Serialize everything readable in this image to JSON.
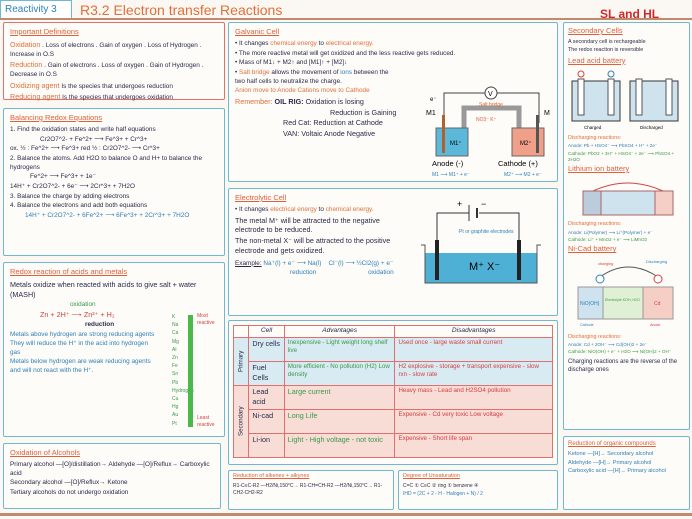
{
  "header": {
    "tab": "Reactivity 3",
    "title": "R3.2 Electron transfer Reactions",
    "level": "SL and HL"
  },
  "definitions": {
    "title": "Important Definitions",
    "items": [
      {
        "term": "Oxidation",
        "text": ". Loss of electrons . Gain of oxygen . Loss of Hydrogen . Increase in O.S"
      },
      {
        "term": "Reduction",
        "text": ". Gain of electrons . Loss of oxygen . Gain of Hydrogen . Decrease in O.S"
      },
      {
        "term": "Oxidizing agent",
        "text": "Is the species that undergoes reduction"
      },
      {
        "term": "Reducing agent",
        "text": "Is the species that undergoes oxidation"
      }
    ]
  },
  "balancing": {
    "title": "Balancing Redox Equations",
    "steps": [
      "1. Find the oxidation states and write half equations",
      "Cr2O7^2- + Fe^2+ ⟶ Fe^3+ + Cr^3+",
      "ox. ½ : Fe^2+ ⟶ Fe^3+     red ½ : Cr2O7^2- ⟶ Cr^3+",
      "2. Balance the atoms. Add H2O to balance O and H+ to balance the hydrogens",
      "Fe^2+ ⟶ Fe^3+ + 1e⁻",
      "14H⁺ + Cr2O7^2- + 6e⁻ ⟶ 2Cr^3+ + 7H2O",
      "3. Balance the charge by adding electrons",
      "4. Balance the electrons and add both equations",
      "14H⁺ + Cr2O7^2- + 6Fe^2+ ⟶ 6Fe^3+ + 2Cr^3+ + 7H2O"
    ]
  },
  "acids": {
    "title": "Redox reaction of acids and metals",
    "intro": "Metals oxidize when reacted with acids to give salt + water (MASH)",
    "equation": "Zn + 2H⁺ ⟶ Zn²⁺ + H₂",
    "oxidation_label": "oxidation",
    "reduction_label": "reduction",
    "bullets": [
      "Metals above hydrogen are strong reducing agents",
      "They will reduce the H⁺ in the acid into hydrogen gas",
      "Metals below hydrogen are weak reducing agents and will not react with the H⁺."
    ],
    "series": [
      "K",
      "Na",
      "Ca",
      "Mg",
      "Al",
      "Zn",
      "Fe",
      "Sn",
      "Pb",
      "Hydrogen",
      "Cu",
      "Hg",
      "Au",
      "Pt"
    ],
    "most": "Most reactive",
    "least": "Least reactive"
  },
  "alcohols": {
    "title": "Oxidation of Alcohols",
    "items": [
      "Primary alcohol —[O]/distillation→ Aldehyde —[O]/Reflux→ Carboxylic acid",
      "Secondary alcohol —[O]/Reflux→ Ketone",
      "Tertiary alcohols do not undergo oxidation"
    ]
  },
  "galvanic": {
    "title": "Galvanic Cell",
    "b1a": "It changes ",
    "b1b": "chemical energy",
    "b1c": " to ",
    "b1d": "electrical energy.",
    "b2": "The more reactive metal will get oxidized and the less reactive gets reduced.",
    "b3": "Mass of M1↓ + M2↑ and [M1]↑ + [M2]↓",
    "b4a": "Salt bridge",
    "b4b": " allows the movement of ",
    "b4c": "ions",
    "b4d": " between the two half cells to neutralize the charge.",
    "anion": "Anion move to Anode   Cations move to Cathode",
    "remember": "Remember:",
    "oilrig": "OIL RIG:",
    "oil1": "Oxidation is losing",
    "oil2": "Reduction is Gaining",
    "redcat": "Red Cat: Reduction at Cathode",
    "van": "VAN: Voltaic Anode Negative",
    "diagram": {
      "voltmeter": "V",
      "electron": "e⁻",
      "bridge": "Salt bridge",
      "ions": "NO3⁻  K⁺",
      "m1": "M1",
      "m2": "M",
      "ion1": "M1⁺",
      "ion2": "M2⁺",
      "anode": "Anode (-)",
      "cathode": "Cathode (+)",
      "anode_eq": "M1 ⟶ M1⁺ + e⁻",
      "cathode_eq": "M2⁺ ⟶ M2 + e⁻"
    }
  },
  "electrolytic": {
    "title": "Electrolytic Cell",
    "b1a": "It changes ",
    "b1b": "electrical energy",
    "b1c": " to ",
    "b1d": "chemical energy.",
    "b2": "The metal M⁺ will be attracted to the negative electrode to be reduced.",
    "b3": "The non-metal X⁻ will be attracted to the positive electrode and gets oxidized.",
    "example": "Example:",
    "eq1": "Na⁺(l) + e⁻ ⟶ Na(l)",
    "eq1_label": "reduction",
    "eq2": "Cl⁻(l) ⟶ ½Cl2(g) + e⁻",
    "eq2_label": "oxidation",
    "diagram": {
      "plus": "+",
      "minus": "−",
      "electrodes": "Pt or graphite electrodes",
      "ions": "M⁺ X⁻"
    }
  },
  "cells_table": {
    "headers": [
      "Cell",
      "Advantages",
      "Disadvantages"
    ],
    "groups": [
      "Primary",
      "Secondary"
    ],
    "rows": [
      {
        "cell": "Dry cells",
        "adv": "Inexpensive - Light weight long shelf live",
        "dis": "Used once - large waste small current"
      },
      {
        "cell": "Fuel Cells",
        "adv": "More efficient - No pollution (H2) Low density",
        "dis": "H2 explosive - storage + transport expensive - slow rxn - slow rate"
      },
      {
        "cell": "Lead acid",
        "adv": "Large current",
        "dis": "Heavy mass - Lead and H2SO4 pollution"
      },
      {
        "cell": "Ni-cad",
        "adv": "Long Life",
        "dis": "Expensive - Cd very toxic Low voltage"
      },
      {
        "cell": "Li-ion",
        "adv": "Light - High voltage - not toxic",
        "dis": "Expensive - Short life span"
      }
    ]
  },
  "alkenes": {
    "title": "Reduction of alkenes + alkynes",
    "eq": "R1-C≡C-R2 —H2/Ni,150°C→ R1-CH=CH-R2 —H2/Ni,150°C→ R1-CH2-CH2-R2"
  },
  "unsaturation": {
    "title": "Degree of Unsaturation",
    "items": [
      "C=C ①",
      "C≡C ②",
      "ring ①",
      "benzene ④"
    ],
    "formula": "IHD = (2C + 2 - H - Halogen + N) / 2"
  },
  "secondary": {
    "title": "Secondary Cells",
    "b1": "A secondary cell is rechargeable",
    "b2": "The redox reaction is reversible",
    "lead_title": "Lead acid battery",
    "charged": "Charged",
    "discharged": "Discharged",
    "dis_title": "Discharging reactions:",
    "lead_anode": "Anode: Pb + HSO4⁻ ⟶ PbSO4 + H⁺ + 2e⁻",
    "lead_cathode": "Cathode: PbO2 + 3H⁺ + HSO4⁻ + 2e⁻ ⟶ PbSO4 + 2H2O",
    "li_title": "Lithium ion battery",
    "li_dis": "Discharging reactions:",
    "li_anode": "Anode: Li(Polymer) ⟶ Li⁺(Polymer) + e⁻",
    "li_cathode": "Cathode: Li⁺ + MnO2 + e⁻ ⟶ LiMnO2",
    "ni_title": "Ni-Cad battery",
    "ni_labels": [
      "NiO(OH)",
      "Electrolyte KOH, H2O",
      "Cd",
      "Cathode",
      "Anode",
      "charging",
      "Discharging"
    ],
    "ni_dis": "Discharging reactions:",
    "ni_anode": "Anode: Cd + 2OH⁻ ⟶ Cd(OH)2 + 2e⁻",
    "ni_cathode": "Cathode: NiO(OH) + e⁻ + H2O ⟶ Ni(OH)2 + OH⁻",
    "note": "Charging reactions are the reverse of the discharge ones"
  },
  "organic": {
    "title": "Reduction of organic compounds",
    "items": [
      "Ketone —[H]→ Secondary alcohol",
      "Aldehyde —[H]→ Primary alcohol",
      "Carboxylic acid —[H]→ Primary alcohol"
    ]
  }
}
